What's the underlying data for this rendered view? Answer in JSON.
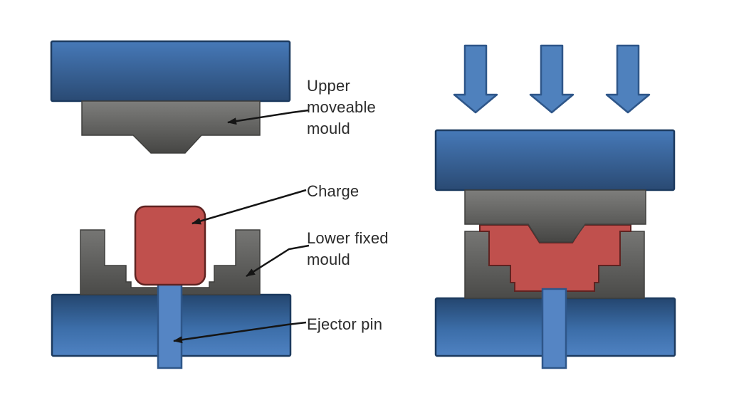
{
  "figure": {
    "type": "technical-diagram",
    "subject": "compression moulding press, open and closed states",
    "labels": {
      "upper_mould": "Upper moveable mould",
      "charge": "Charge",
      "lower_mould": "Lower fixed mould",
      "ejector_pin": "Ejector pin"
    },
    "icons": {
      "pressure_arrow": "down-arrow-icon",
      "leader": "black-annotation-arrow"
    },
    "colors": {
      "platen_blue_light": "#4679b8",
      "platen_blue_dark": "#24466f",
      "platen_outline": "#1c3a5f",
      "mould_grey_light": "#7e7e7c",
      "mould_grey_dark": "#464644",
      "mould_outline": "#3f3f3d",
      "charge_red": "#c0504d",
      "charge_red_outline": "#5f2321",
      "arrow_blue": "#4f81bd",
      "arrow_blue_outline": "#2e5689",
      "pin_blue": "#5585c4",
      "leader_black": "#151515",
      "label_text": "#2b2b2b",
      "background": "#ffffff"
    },
    "pressure_arrow_count": 3
  }
}
